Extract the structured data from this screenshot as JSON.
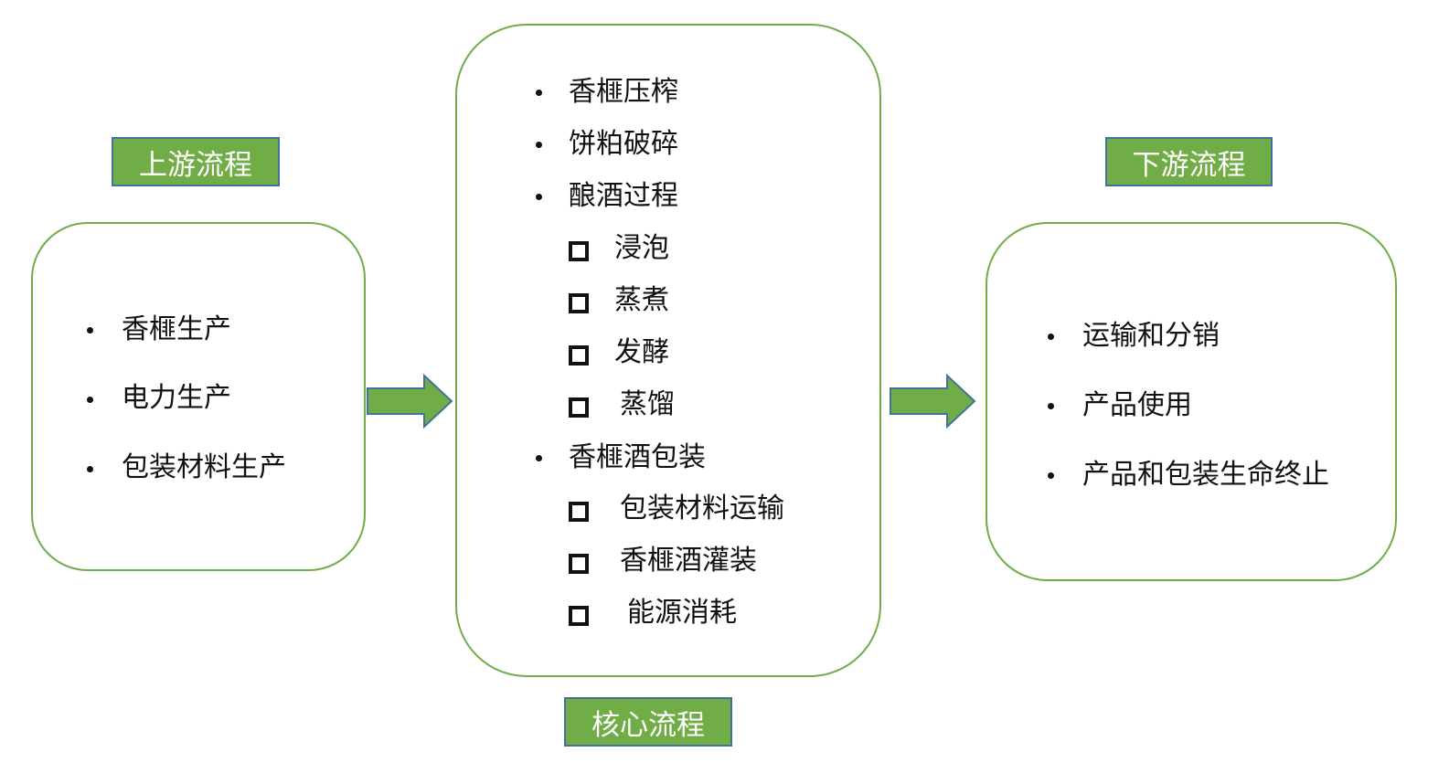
{
  "colors": {
    "label_fill": "#70ad47",
    "label_border": "#41719c",
    "panel_border": "#70ad47",
    "arrow_fill": "#70ad47",
    "arrow_border": "#41719c"
  },
  "upstream": {
    "title": "上游流程",
    "items": [
      "香榧生产",
      "电力生产",
      "包装材料生产"
    ]
  },
  "core": {
    "title": "核心流程",
    "items": [
      {
        "label": "香榧压榨",
        "level": 1
      },
      {
        "label": "饼粕破碎",
        "level": 1
      },
      {
        "label": "酿酒过程",
        "level": 1
      },
      {
        "label": "浸泡",
        "level": 2
      },
      {
        "label": "蒸煮",
        "level": 2
      },
      {
        "label": "发酵",
        "level": 2
      },
      {
        "label": "蒸馏",
        "level": 2
      },
      {
        "label": "香榧酒包装",
        "level": 1
      },
      {
        "label": "包装材料运输",
        "level": 2
      },
      {
        "label": "香榧酒灌装",
        "level": 2
      },
      {
        "label": "能源消耗",
        "level": 2
      }
    ]
  },
  "downstream": {
    "title": "下游流程",
    "items": [
      "运输和分销",
      "产品使用",
      "产品和包装生命终止"
    ]
  },
  "arrows": [
    {
      "name": "upstream-to-core",
      "icon": "right-arrow-icon"
    },
    {
      "name": "core-to-downstream",
      "icon": "right-arrow-icon"
    }
  ]
}
